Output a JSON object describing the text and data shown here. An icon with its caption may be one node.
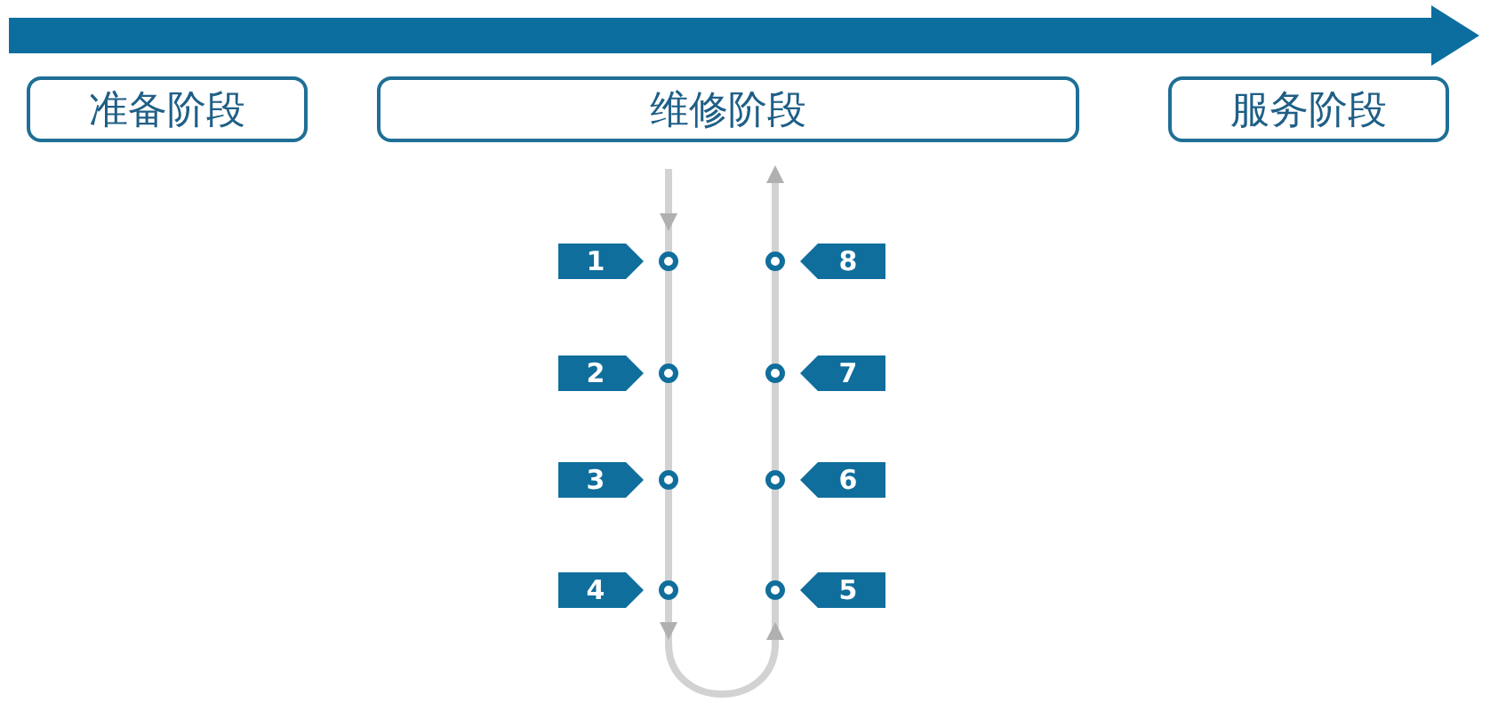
{
  "diagram": {
    "nodes": [
      {
        "text": [
          "准备阶段"
        ]
      },
      {
        "text": [
          "维修阶段"
        ]
      },
      {
        "text": [
          "服务阶段"
        ]
      },
      {
        "text": [
          "1"
        ]
      },
      {
        "text": [
          "8"
        ]
      },
      {
        "text": [
          "2"
        ]
      },
      {
        "text": [
          "7"
        ]
      },
      {
        "text": [
          "3"
        ]
      },
      {
        "text": [
          "6"
        ]
      },
      {
        "text": [
          "4"
        ]
      },
      {
        "text": [
          "5"
        ]
      }
    ]
  }
}
